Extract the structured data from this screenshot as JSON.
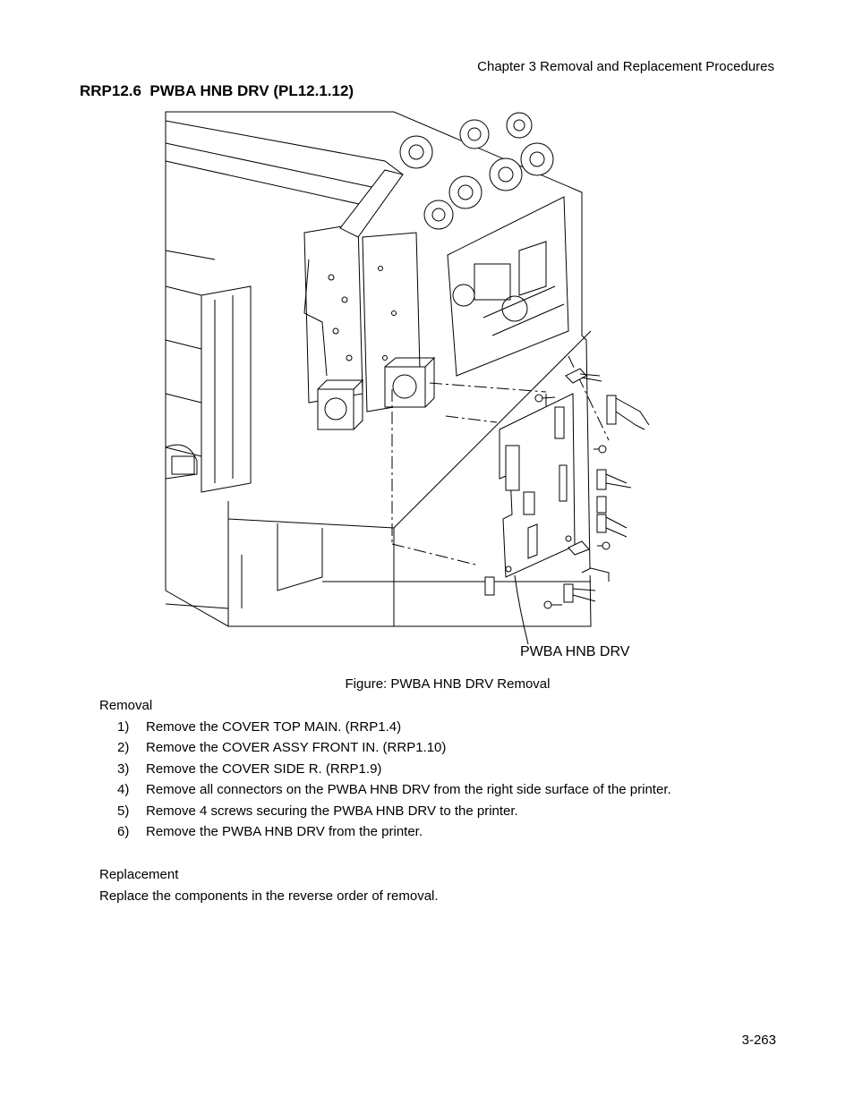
{
  "header": {
    "chapter": "Chapter 3  Removal and Replacement Procedures"
  },
  "section": {
    "title": "RRP12.6  PWBA HNB DRV (PL12.1.12)"
  },
  "figure": {
    "callout_label": "PWBA HNB DRV",
    "caption": "Figure: PWBA HNB DRV Removal"
  },
  "removal": {
    "heading": "Removal",
    "steps": [
      {
        "num": "1)",
        "text": "Remove the COVER TOP MAIN. (RRP1.4)"
      },
      {
        "num": "2)",
        "text": "Remove the COVER ASSY FRONT IN. (RRP1.10)"
      },
      {
        "num": "3)",
        "text": "Remove the COVER SIDE R. (RRP1.9)"
      },
      {
        "num": "4)",
        "text": "Remove all connectors on the PWBA HNB DRV from the right side surface of the printer."
      },
      {
        "num": "5)",
        "text": "Remove 4 screws securing the PWBA HNB DRV to the printer."
      },
      {
        "num": "6)",
        "text": "Remove the PWBA HNB DRV from the printer."
      }
    ]
  },
  "replacement": {
    "heading": "Replacement",
    "text": "Replace the components in the reverse order of removal."
  },
  "footer": {
    "page_number": "3-263"
  }
}
